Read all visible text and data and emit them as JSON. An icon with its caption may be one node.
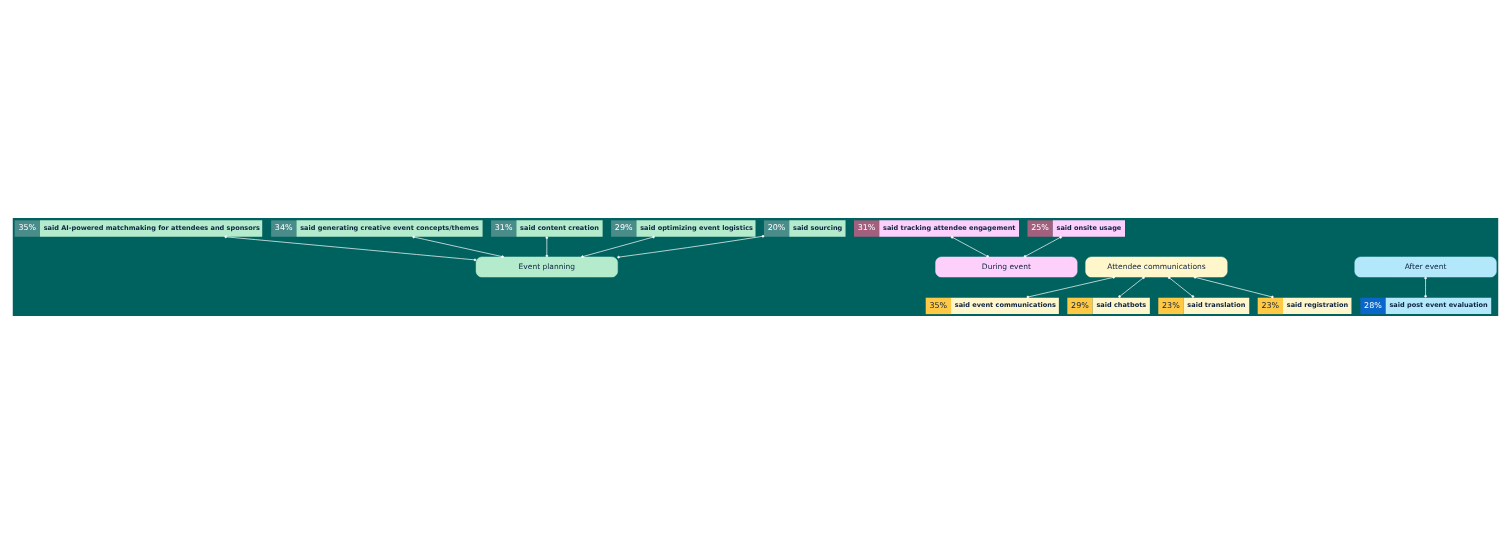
{
  "diagram": {
    "nodes": [
      {
        "text": [
          "35%",
          "said AI-powered matchmaking for attendees and sponsors"
        ]
      },
      {
        "text": [
          "34%",
          "said generating creative event concepts/themes"
        ]
      },
      {
        "text": [
          "31%",
          "said content creation"
        ]
      },
      {
        "text": [
          "29%",
          "said optimizing event logistics"
        ]
      },
      {
        "text": [
          "20%",
          "said sourcing"
        ]
      },
      {
        "text": [
          "31%",
          "said tracking attendee engagement"
        ]
      },
      {
        "text": [
          "25%",
          "said onsite usage"
        ]
      },
      {
        "text": [
          "Event planning"
        ]
      },
      {
        "text": [
          "Attendee communications"
        ]
      },
      {
        "text": [
          "During event"
        ]
      },
      {
        "text": [
          "After event"
        ]
      },
      {
        "text": [
          "35%",
          "said event communications"
        ]
      },
      {
        "text": [
          "29%",
          "said chatbots"
        ]
      },
      {
        "text": [
          "23%",
          "said translation"
        ]
      },
      {
        "text": [
          "23%",
          "said registration"
        ]
      },
      {
        "text": [
          "28%",
          "said post event evaluation"
        ]
      }
    ],
    "edges": [
      {
        "from": 1,
        "to": 7,
        "arrow": "other"
      },
      {
        "from": 4,
        "to": 7,
        "arrow": "other"
      },
      {
        "from": 3,
        "to": 7,
        "arrow": "other"
      },
      {
        "from": 0,
        "to": 7,
        "arrow": "other"
      },
      {
        "from": 2,
        "to": 7,
        "arrow": "other"
      },
      {
        "from": 6,
        "to": 9,
        "arrow": "other"
      },
      {
        "from": 5,
        "to": 9,
        "arrow": "other"
      },
      {
        "from": 8,
        "to": 13,
        "arrow": "other"
      },
      {
        "from": 8,
        "to": 12,
        "arrow": "other"
      },
      {
        "from": 8,
        "to": 11,
        "arrow": "other"
      },
      {
        "from": 8,
        "to": 14,
        "arrow": "other"
      },
      {
        "from": 10,
        "to": 15,
        "arrow": "other"
      }
    ]
  }
}
